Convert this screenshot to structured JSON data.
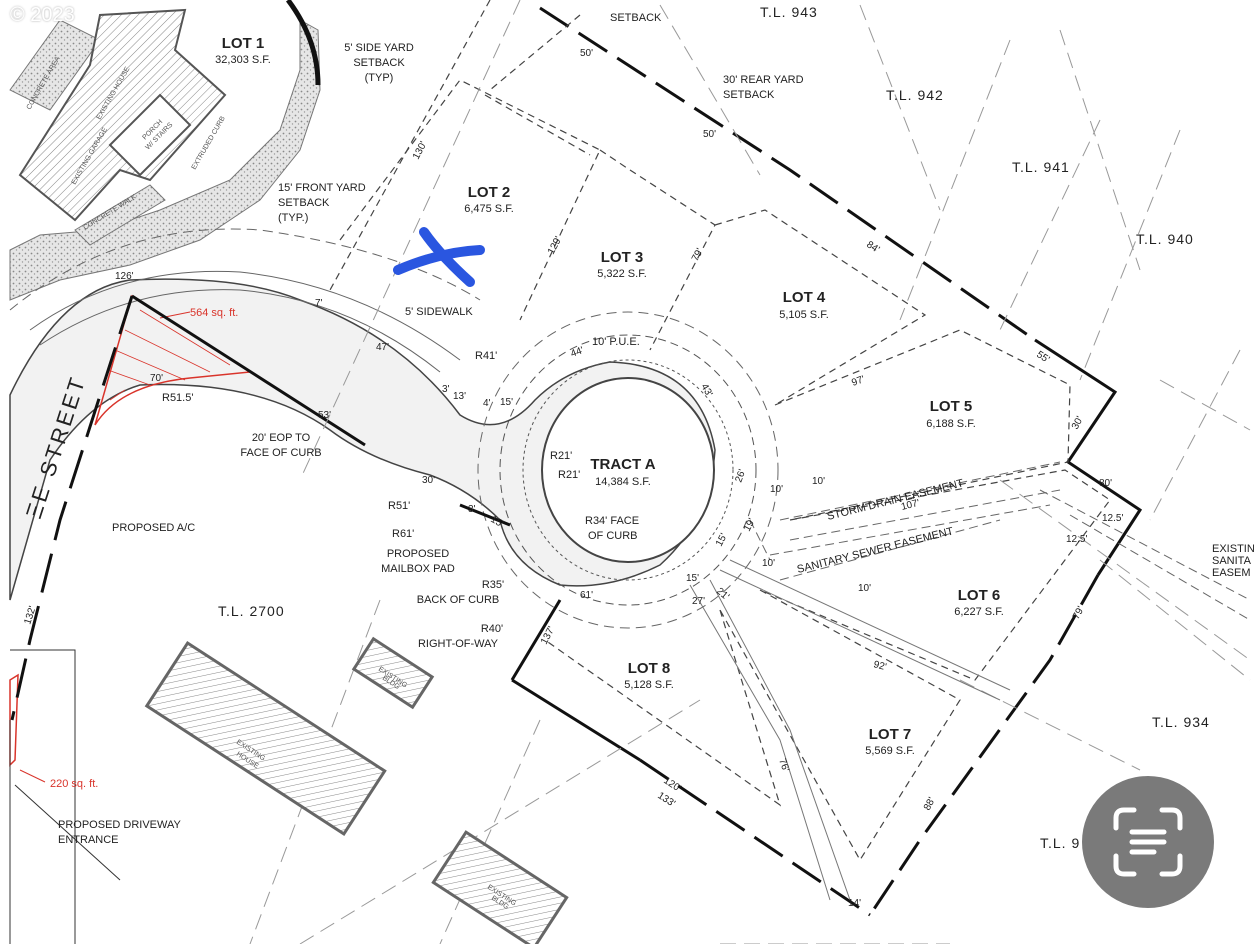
{
  "copyright": "© 2023",
  "lots": [
    {
      "name": "LOT 1",
      "area": "32,303 S.F."
    },
    {
      "name": "LOT 2",
      "area": "6,475 S.F."
    },
    {
      "name": "LOT 3",
      "area": "5,322 S.F."
    },
    {
      "name": "LOT 4",
      "area": "5,105 S.F."
    },
    {
      "name": "LOT 5",
      "area": "6,188 S.F."
    },
    {
      "name": "LOT 6",
      "area": "6,227 S.F."
    },
    {
      "name": "LOT 7",
      "area": "5,569 S.F."
    },
    {
      "name": "LOT 8",
      "area": "5,128 S.F."
    }
  ],
  "tract": {
    "name": "TRACT A",
    "area": "14,384 S.F."
  },
  "tax_lots": [
    "T.L. 943",
    "T.L. 942",
    "T.L. 941",
    "T.L. 940",
    "T.L. 934",
    "T.L. 2700",
    "T.L. 9"
  ],
  "street_name": "ΞΕ STREET",
  "labels": {
    "side_setback": [
      "5' SIDE YARD",
      "SETBACK",
      "(TYP)"
    ],
    "top_setback": "SETBACK",
    "rear_setback": [
      "30' REAR YARD",
      "SETBACK"
    ],
    "front_setback": [
      "15' FRONT YARD",
      "SETBACK",
      "(TYP.)"
    ],
    "sidewalk": "5' SIDEWALK",
    "pue": "10' P.U.E.",
    "eop": [
      "20' EOP TO",
      "FACE OF CURB"
    ],
    "proposed_ac": "PROPOSED A/C",
    "mailbox": [
      "PROPOSED",
      "MAILBOX PAD"
    ],
    "back_curb": [
      "R35'",
      "BACK OF CURB"
    ],
    "row": [
      "R40'",
      "RIGHT-OF-WAY"
    ],
    "face_curb": [
      "R34' FACE",
      "OF CURB"
    ],
    "storm": "STORM DRAIN EASEMENT",
    "sanitary": "SANITARY SEWER EASEMENT",
    "driveway": [
      "PROPOSED DRIVEWAY",
      "ENTRANCE"
    ],
    "existing_san": [
      "EXISTIN",
      "SANITA",
      "EASEM"
    ],
    "extruded_curb": "EXTRUDED CURB",
    "existing_house_1": "EXISTING HOUSE",
    "existing_garage": "EXISTING GARAGE",
    "porch": [
      "PORCH",
      "W/ STAIRS"
    ],
    "concrete_walk": "CONCRETE WALK",
    "concrete_area": "CONCRETE AREA",
    "existing_bldg": [
      "EXISTING",
      "BLDG"
    ],
    "existing_house_2": [
      "EXISTING",
      "HOUSE"
    ]
  },
  "red_areas": [
    "564 sq. ft.",
    "220 sq. ft."
  ],
  "radii": [
    "R41'",
    "R21'",
    "R21'",
    "R51'",
    "R61'",
    "R51.5'"
  ],
  "dims": [
    "50'",
    "50'",
    "130'",
    "129'",
    "79'",
    "84'",
    "55'",
    "97'",
    "30'",
    "80'",
    "107'",
    "12.5'",
    "12.5'",
    "79'",
    "92'",
    "88'",
    "14'",
    "120'",
    "133'",
    "137'",
    "61'",
    "27'",
    "21'",
    "15'",
    "15'",
    "19'",
    "26'",
    "10'",
    "10'",
    "10'",
    "10'",
    "44'",
    "43'",
    "47'",
    "7'",
    "3'",
    "13'",
    "4'",
    "15'",
    "53'",
    "70'",
    "30'",
    "3'",
    "15'",
    "126'",
    "132'",
    "76'"
  ],
  "colors": {
    "line": "#222222",
    "dashed": "#555555",
    "red": "#d9342b",
    "blue_mark": "#2a56e0",
    "pavement": "#d8d8d8",
    "scan_button": "#7a7a7a"
  },
  "icons": [
    "scan-text-icon",
    "blue-x-mark"
  ]
}
